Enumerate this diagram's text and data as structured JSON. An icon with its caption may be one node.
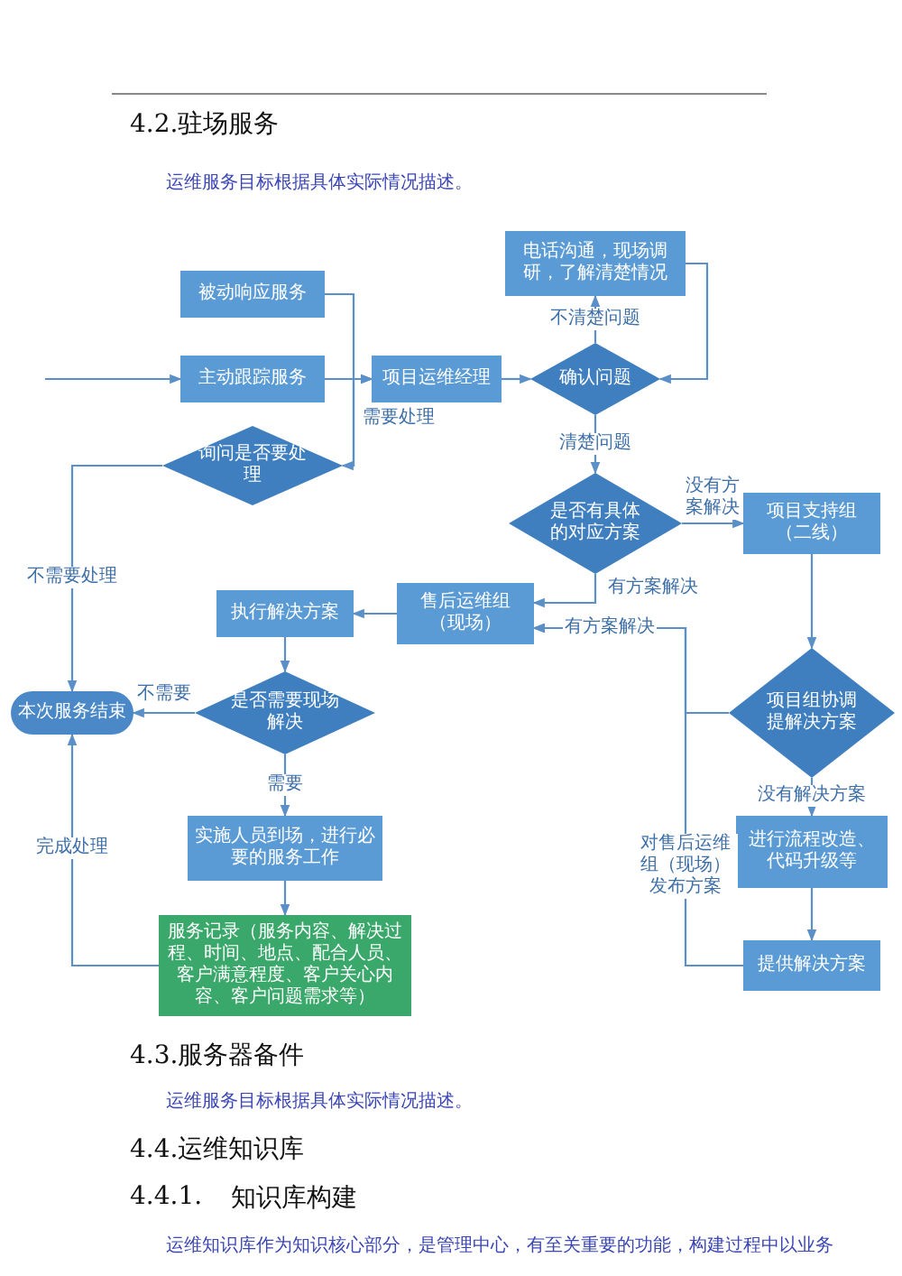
{
  "diagram": {
    "nodes": [
      {
        "text": [
          "被动响应服务"
        ]
      },
      {
        "text": [
          "主动跟踪服务"
        ]
      },
      {
        "text": [
          "项目运维经理"
        ]
      },
      {
        "text": [
          "电话沟通，现场调研，了解清楚情况"
        ]
      },
      {
        "text": [
          "确认问题"
        ]
      },
      {
        "text": [
          "询问是否要处理"
        ]
      },
      {
        "text": [
          "是否有具体的对应方案"
        ]
      },
      {
        "text": [
          "项目支持组（二线）"
        ]
      },
      {
        "text": [
          "执行解决方案"
        ]
      },
      {
        "text": [
          "售后运维组（现场）"
        ]
      },
      {
        "text": [
          "本次服务结束"
        ]
      },
      {
        "text": [
          "是否需要现场解决"
        ]
      },
      {
        "text": [
          "项目组协调提解决方案"
        ]
      },
      {
        "text": [
          "实施人员到场，进行必要的服务工作"
        ]
      },
      {
        "text": [
          "进行流程改造、代码升级等"
        ]
      },
      {
        "text": [
          "服务记录（服务内容、解决过程、时间、地点、配合人员、客户满意程度、客户关心内容、客户问题需求等）"
        ]
      },
      {
        "text": [
          "提供解决方案"
        ]
      }
    ],
    "edges": [
      {
        "from": null,
        "to": 1,
        "arrow": "to"
      },
      {
        "from": 0,
        "to": 5,
        "arrow": "to"
      },
      {
        "from": 5,
        "to": 2,
        "label": "需要处理",
        "arrow": "to"
      },
      {
        "from": 1,
        "to": 2,
        "arrow": "to"
      },
      {
        "from": 5,
        "to": 10,
        "label": "不需要处理",
        "arrow": "to"
      },
      {
        "from": 2,
        "to": 4,
        "arrow": "to"
      },
      {
        "from": 4,
        "to": 3,
        "label": "不清楚问题",
        "arrow": "to"
      },
      {
        "from": 3,
        "to": 4,
        "arrow": "to"
      },
      {
        "from": 4,
        "to": 6,
        "label": "清楚问题",
        "arrow": "to"
      },
      {
        "from": 6,
        "to": 7,
        "label": "没有方案解决",
        "arrow": "to"
      },
      {
        "from": 6,
        "to": 9,
        "label": "有方案解决",
        "arrow": "to"
      },
      {
        "from": 9,
        "to": 8,
        "arrow": "to"
      },
      {
        "from": 8,
        "to": 11,
        "arrow": "to"
      },
      {
        "from": 11,
        "to": 10,
        "label": "不需要",
        "arrow": "to"
      },
      {
        "from": 11,
        "to": 13,
        "label": "需要",
        "arrow": "to"
      },
      {
        "from": 13,
        "to": 15,
        "arrow": "to"
      },
      {
        "from": 15,
        "to": 10,
        "label": "完成处理",
        "arrow": "to"
      },
      {
        "from": 7,
        "to": 12,
        "arrow": "to"
      },
      {
        "from": 12,
        "to": 14,
        "label": "没有解决方案",
        "arrow": "to"
      },
      {
        "from": 14,
        "to": 16,
        "arrow": "to"
      },
      {
        "from": 12,
        "to": 9,
        "label": "有方案解决",
        "arrow": "to"
      },
      {
        "from": 16,
        "to": 9,
        "label": "对售后运维组（现场）发布方案",
        "arrow": "to"
      }
    ],
    "labels": [
      "4.2.驻场服务",
      "运维服务目标根据具体实际情况描述。",
      "4.3.服务器备件",
      "运维服务目标根据具体实际情况描述。",
      "4.4.运维知识库",
      "4.4.1.",
      "知识库构建",
      "运维知识库作为知识核心部分，是管理中心，有至关重要的功能，构建过程中以业务"
    ]
  }
}
